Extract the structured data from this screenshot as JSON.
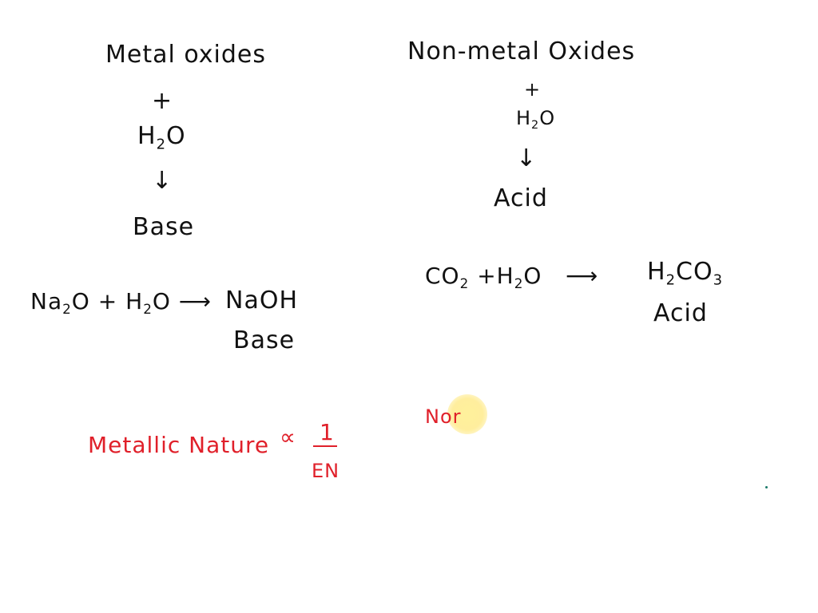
{
  "left": {
    "heading": "Metal oxides",
    "plus": "+",
    "water": {
      "main": "H",
      "sub": "2",
      "tail": "O"
    },
    "arrow": "↓",
    "result": "Base",
    "example": {
      "r1_main": "Na",
      "r1_sub": "2",
      "r1_tail": "O",
      "plus": "+",
      "r2_main": "H",
      "r2_sub": "2",
      "r2_tail": "O",
      "arrow": "⟶",
      "product": "NaOH",
      "product_label": "Base"
    }
  },
  "right": {
    "heading": "Non-metal Oxides",
    "plus": "+",
    "water": {
      "main": "H",
      "sub": "2",
      "tail": "O"
    },
    "arrow": "↓",
    "result": "Acid",
    "example": {
      "r1_main": "CO",
      "r1_sub": "2",
      "plus": "+",
      "r2_main": "H",
      "r2_sub": "2",
      "r2_tail": "O",
      "arrow": "⟶",
      "p_main1": "H",
      "p_sub1": "2",
      "p_main2": "CO",
      "p_sub2": "3",
      "product_label": "Acid"
    }
  },
  "relation": {
    "lhs": "Metallic Nature",
    "symbol": "∝",
    "numerator": "1",
    "denominator": "EN"
  },
  "partial_note": "Nor",
  "colors": {
    "ink": "#111111",
    "red_ink": "#e0202a",
    "pointer": "#fff0a0",
    "dot": "#1a7a6a"
  }
}
